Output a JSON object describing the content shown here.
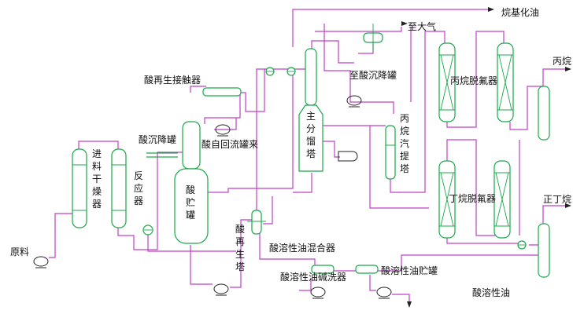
{
  "labels": {
    "alkylate": "烷基化油",
    "to_atmosphere": "至大气",
    "acid_settler_top": "至酸沉降罐",
    "propane_defluorinator": "丙烷脱氟器",
    "propane": "丙烷",
    "acid_regen_contactor": "酸再生接触器",
    "main_fractionator": "主分馏塔",
    "propane_stripper": "丙烷汽提塔",
    "acid_settler": "酸沉降罐",
    "acid_reflux": "酸自回流罐来",
    "feed_dryer": "进料干燥器",
    "reactor": "反应器",
    "acid_tank": "酸贮罐",
    "butane_defluorinator": "丁烷脱氟器",
    "n_butane": "正丁烷",
    "feed": "原料",
    "acid_regen_tower": "酸再生塔",
    "aso_mixer": "酸溶性油混合器",
    "aso_washer": "酸溶性油碱洗器",
    "aso_tank": "酸溶性油贮罐",
    "aso": "酸溶性油"
  },
  "colors": {
    "pipe": "#c040c8",
    "equipment": "#1aa84a",
    "text": "#111111"
  }
}
